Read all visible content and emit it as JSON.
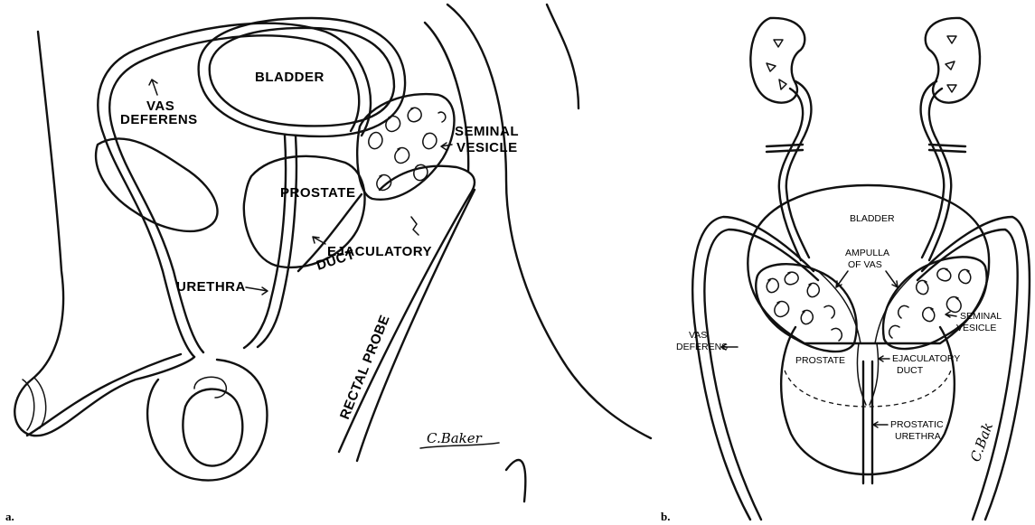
{
  "panel_a": {
    "tag": "a.",
    "labels": {
      "bladder": "BLADDER",
      "vas_deferens_1": "VAS",
      "vas_deferens_2": "DEFERENS",
      "seminal_vesicle_1": "SEMINAL",
      "seminal_vesicle_2": "VESICLE",
      "prostate": "PROSTATE",
      "ejaculatory_duct_1": "EJACULATORY",
      "ejaculatory_duct_2": "DUCT",
      "urethra": "URETHRA",
      "rectal_probe": "RECTAL PROBE"
    },
    "signature": "C.Baker"
  },
  "panel_b": {
    "tag": "b.",
    "labels": {
      "bladder": "BLADDER",
      "ampulla_1": "AMPULLA",
      "ampulla_2": "OF VAS",
      "vas_deferens_1": "VAS",
      "vas_deferens_2": "DEFERENS",
      "seminal_vesicle_1": "SEMINAL",
      "seminal_vesicle_2": "VESICLE",
      "prostate": "PROSTATE",
      "ejaculatory_duct_1": "EJACULATORY",
      "ejaculatory_duct_2": "DUCT",
      "prostatic_urethra_1": "PROSTATIC",
      "prostatic_urethra_2": "URETHRA"
    },
    "signature": "C.Bak"
  }
}
